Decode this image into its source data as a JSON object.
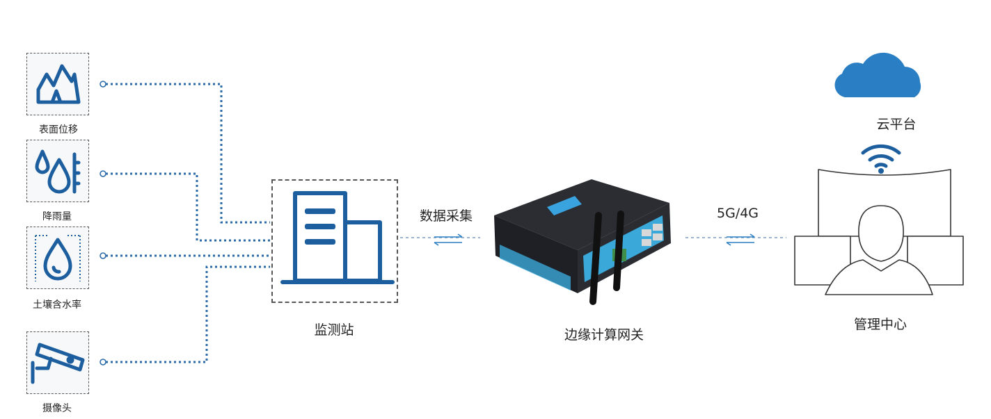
{
  "sensors": [
    {
      "label": "表面位移",
      "icon": "mountain-displacement-icon"
    },
    {
      "label": "降雨量",
      "icon": "rain-drops-icon"
    },
    {
      "label": "土壤含水率",
      "icon": "soil-moisture-drop-icon"
    },
    {
      "label": "摄像头",
      "icon": "surveillance-camera-icon"
    }
  ],
  "station": {
    "label": "监测站",
    "icon": "building-icon"
  },
  "collection_label": "数据采集",
  "gateway": {
    "label": "边缘计算网关",
    "icon": "router-device-icon"
  },
  "network_label": "5G/4G",
  "cloud": {
    "label": "云平台",
    "icon": "cloud-icon"
  },
  "management": {
    "label": "管理中心",
    "icon": "operator-monitors-icon"
  },
  "colors": {
    "accent_blue": "#1c5e9e",
    "cloud_blue": "#2a7fc4",
    "line_dots": "#2a6aa8",
    "dash_border": "#555555"
  }
}
